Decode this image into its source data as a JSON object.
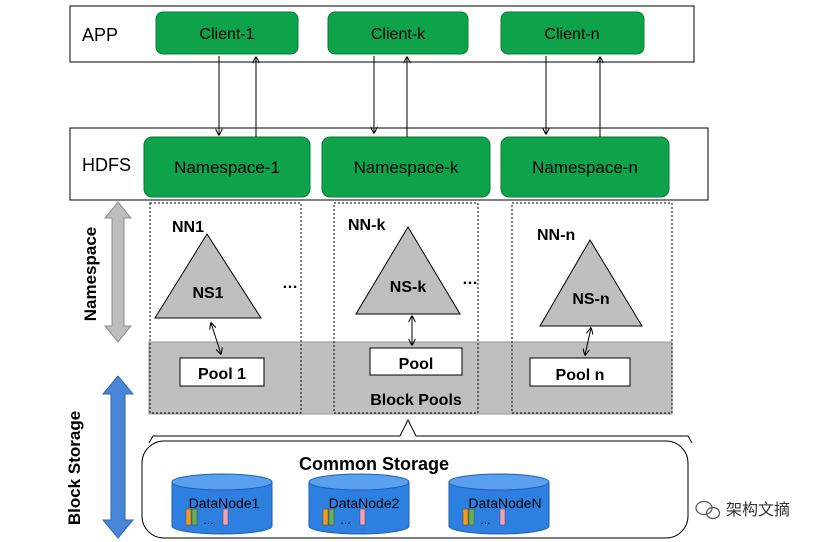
{
  "layers": {
    "app_label": "APP",
    "hdfs_label": "HDFS",
    "namespace_label": "Namespace",
    "block_storage_label": "Block Storage"
  },
  "clients": [
    "Client-1",
    "Client-k",
    "Client-n"
  ],
  "namespaces": [
    "Namespace-1",
    "Namespace-k",
    "Namespace-n"
  ],
  "namenodes": [
    {
      "title": "NN1",
      "ns": "NS1",
      "pool": "Pool 1"
    },
    {
      "title": "NN-k",
      "ns": "NS-k",
      "pool": "Pool"
    },
    {
      "title": "NN-n",
      "ns": "NS-n",
      "pool": "Pool n"
    }
  ],
  "ellipsis": "…",
  "block_pools_label": "Block Pools",
  "common_storage_label": "Common Storage",
  "datanodes": [
    "DataNode1",
    "DataNode2",
    "DataNodeN"
  ],
  "ellipsis_small": "…",
  "watermark": "架构文摘",
  "colors": {
    "green": "#0ea34a",
    "gray": "#bfbfbf",
    "arrow_blue": "#4a86d8",
    "arrow_gray": "#bdbdbd",
    "cylinder": "#2d7fe0"
  }
}
